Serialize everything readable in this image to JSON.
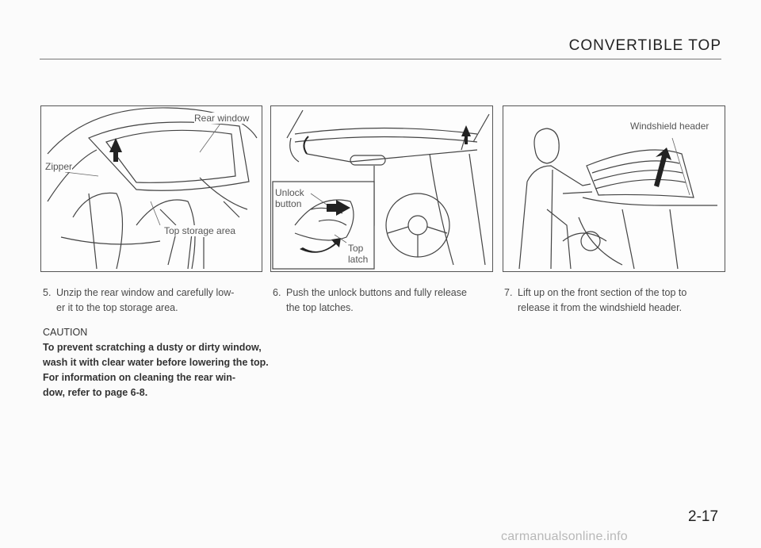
{
  "header": {
    "title": "CONVERTIBLE TOP"
  },
  "figures": [
    {
      "callouts": {
        "rear_window": "Rear window",
        "zipper": "Zipper",
        "top_storage_area": "Top storage area"
      }
    },
    {
      "callouts": {
        "unlock_button": "Unlock\nbutton",
        "top_latch": "Top\nlatch"
      }
    },
    {
      "callouts": {
        "windshield_header": "Windshield header"
      }
    }
  ],
  "steps": [
    {
      "number": "5.",
      "text": "Unzip the rear window and carefully low-\ner it to the top storage area."
    },
    {
      "number": "6.",
      "text": "Push the unlock buttons and fully release\nthe top latches."
    },
    {
      "number": "7.",
      "text": "Lift up on the front section of the top to\nrelease it from the windshield header."
    }
  ],
  "caution": {
    "title": "CAUTION",
    "text1": "To prevent scratching a dusty or dirty window, wash it with clear water before lowering the top.",
    "text2": "For information on cleaning the rear win-\ndow, refer to page 6-8."
  },
  "page_number": "2-17",
  "watermark": "carmanualsonline.info"
}
